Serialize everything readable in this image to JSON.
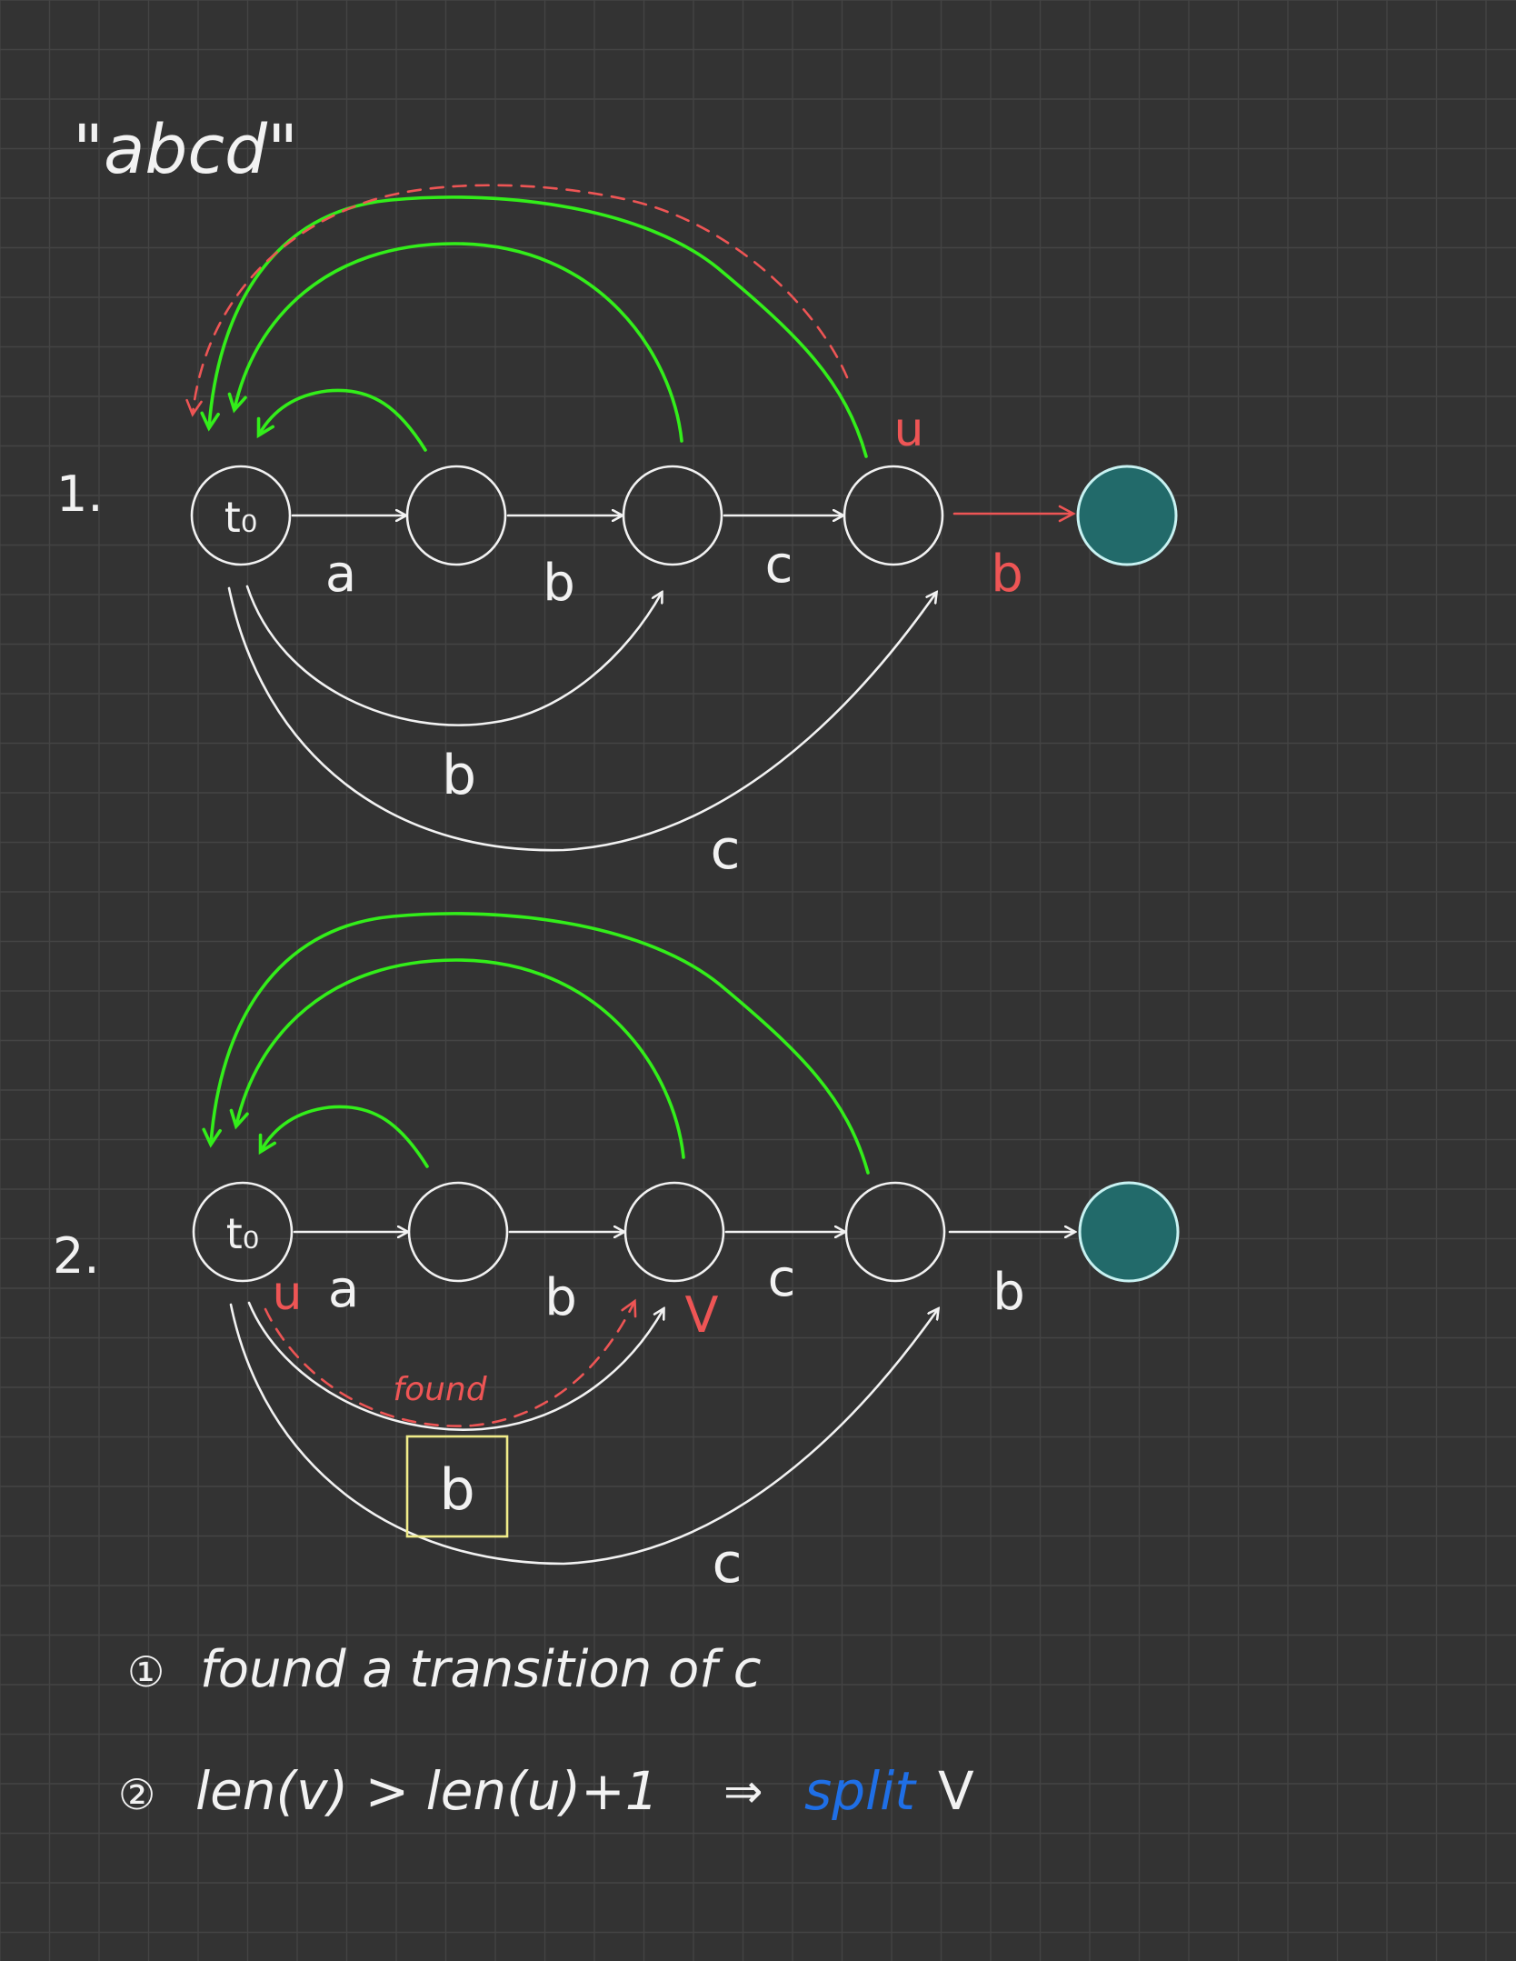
{
  "colors": {
    "background": "#333333",
    "grid": "#444444",
    "ink": "#f2f2f2",
    "green": "#33ee1a",
    "red": "#ee5555",
    "blue": "#1f6fe6",
    "highlight_box": "#f0ec8a",
    "filled_node": "#226a6a"
  },
  "title": "\"abcd\"",
  "step1": {
    "label": "1.",
    "start_node": "t₀",
    "edge_labels": {
      "a": "a",
      "b": "b",
      "c": "c",
      "b_new": "b"
    },
    "arc_labels": {
      "b": "b",
      "c": "c"
    },
    "marker_u": "u"
  },
  "step2": {
    "label": "2.",
    "start_node": "t₀",
    "edge_labels": {
      "a": "a",
      "b": "b",
      "c": "c",
      "b_new": "b"
    },
    "arc_labels": {
      "b": "b",
      "c": "c"
    },
    "marker_u": "u",
    "marker_v": "V",
    "found_label": "found"
  },
  "notes": {
    "note1_marker": "①",
    "note1_text": "found a transition of c",
    "note2_marker": "②",
    "note2_expr": "len(v) > len(u)+1",
    "note2_arrow": "⇒",
    "note2_action": "split",
    "note2_target": "V"
  }
}
